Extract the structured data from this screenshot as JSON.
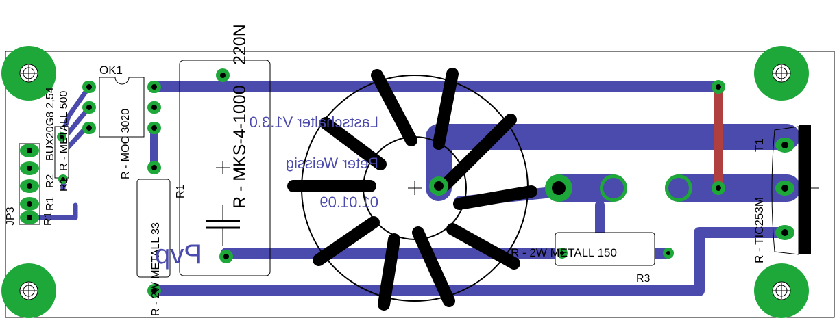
{
  "colors": {
    "background": "#ffffff",
    "outline": "#000000",
    "trace": "#4b4bad",
    "pad": "#1ea83a",
    "jumper": "#b04040",
    "silk": "#000000"
  },
  "labels": {
    "ok1": "OK1",
    "moc": "R - MOC 3020",
    "bux": "BUX20G8 2,54",
    "metall500": "R - METALL 500",
    "r1a": "R1",
    "r2": "R2",
    "r1b": "R1",
    "r1c": "R1",
    "jp3": "JP3",
    "mks": "R - MKS-4-1000",
    "v220": "220N",
    "r1": "R1",
    "metall33": "R - 2W METALL 33",
    "metall150": "R - 2W METALL 150",
    "r3": "R3",
    "t1": "T1",
    "tic": "R - TIC253M"
  },
  "mirrored_text": {
    "line1": "Lastschalter V1.3.0",
    "line2": "Peter Weissig",
    "line3": "01.01.09",
    "big": "Pvp"
  },
  "icons": {
    "mounting_hole": "mounting-hole-icon",
    "capacitor": "capacitor-symbol-icon",
    "toroid": "toroid-coil-icon"
  }
}
